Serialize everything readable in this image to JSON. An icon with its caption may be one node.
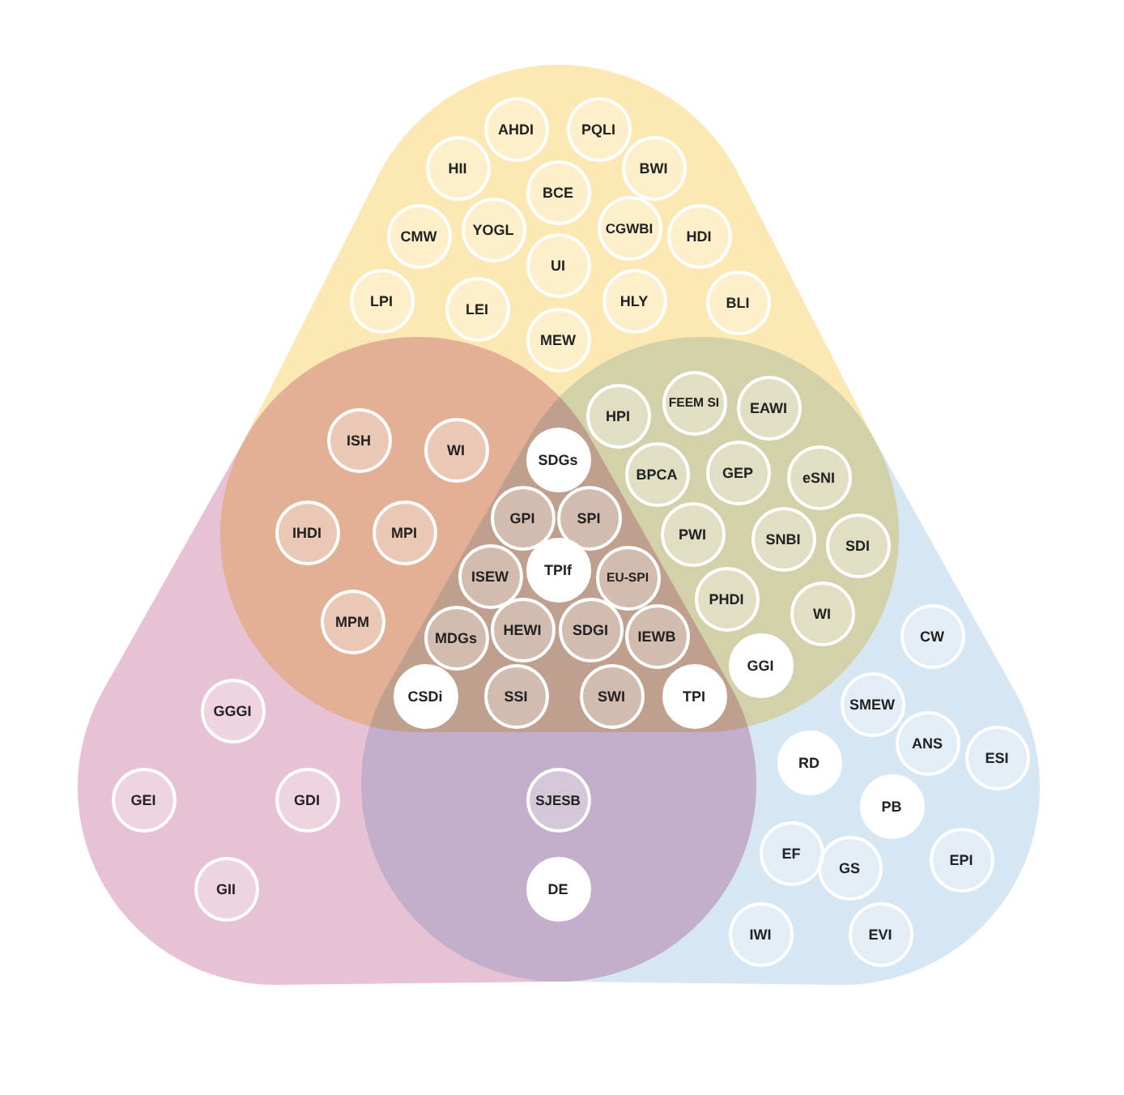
{
  "diagram": {
    "nodes": [
      {
        "text": [
          "AHDI"
        ]
      },
      {
        "text": [
          "PQLI"
        ]
      },
      {
        "text": [
          "HII"
        ]
      },
      {
        "text": [
          "BWI"
        ]
      },
      {
        "text": [
          "BCE"
        ]
      },
      {
        "text": [
          "CMW"
        ]
      },
      {
        "text": [
          "YOGL"
        ]
      },
      {
        "text": [
          "CGWBI"
        ]
      },
      {
        "text": [
          "HDI"
        ]
      },
      {
        "text": [
          "UI"
        ]
      },
      {
        "text": [
          "LPI"
        ]
      },
      {
        "text": [
          "LEI"
        ]
      },
      {
        "text": [
          "HLY"
        ]
      },
      {
        "text": [
          "BLI"
        ]
      },
      {
        "text": [
          "MEW"
        ]
      },
      {
        "text": [
          "FEEM SI"
        ]
      },
      {
        "text": [
          "EAWI"
        ]
      },
      {
        "text": [
          "HPI"
        ]
      },
      {
        "text": [
          "ISH"
        ]
      },
      {
        "text": [
          "WI"
        ]
      },
      {
        "text": [
          "SDGs"
        ]
      },
      {
        "text": [
          "BPCA"
        ]
      },
      {
        "text": [
          "GEP"
        ]
      },
      {
        "text": [
          "eSNI"
        ]
      },
      {
        "text": [
          "GPI"
        ]
      },
      {
        "text": [
          "SPI"
        ]
      },
      {
        "text": [
          "IHDI"
        ]
      },
      {
        "text": [
          "MPI"
        ]
      },
      {
        "text": [
          "PWI"
        ]
      },
      {
        "text": [
          "SNBI"
        ]
      },
      {
        "text": [
          "SDI"
        ]
      },
      {
        "text": [
          "TPIf"
        ]
      },
      {
        "text": [
          "ISEW"
        ]
      },
      {
        "text": [
          "EU-SPI"
        ]
      },
      {
        "text": [
          "PHDI"
        ]
      },
      {
        "text": [
          "WI"
        ]
      },
      {
        "text": [
          "MPM"
        ]
      },
      {
        "text": [
          "HEWI"
        ]
      },
      {
        "text": [
          "SDGI"
        ]
      },
      {
        "text": [
          "IEWB"
        ]
      },
      {
        "text": [
          "MDGs"
        ]
      },
      {
        "text": [
          "CW"
        ]
      },
      {
        "text": [
          "GGI"
        ]
      },
      {
        "text": [
          "CSDi"
        ]
      },
      {
        "text": [
          "SSI"
        ]
      },
      {
        "text": [
          "SWI"
        ]
      },
      {
        "text": [
          "TPI"
        ]
      },
      {
        "text": [
          "SMEW"
        ]
      },
      {
        "text": [
          "GGGI"
        ]
      },
      {
        "text": [
          "ANS"
        ]
      },
      {
        "text": [
          "ESI"
        ]
      },
      {
        "text": [
          "RD"
        ]
      },
      {
        "text": [
          "GEI"
        ]
      },
      {
        "text": [
          "GDI"
        ]
      },
      {
        "text": [
          "SJESB"
        ]
      },
      {
        "text": [
          "PB"
        ]
      },
      {
        "text": [
          "EF"
        ]
      },
      {
        "text": [
          "EPI"
        ]
      },
      {
        "text": [
          "GS"
        ]
      },
      {
        "text": [
          "GII"
        ]
      },
      {
        "text": [
          "DE"
        ]
      },
      {
        "text": [
          "IWI"
        ]
      },
      {
        "text": [
          "EVI"
        ]
      }
    ]
  }
}
